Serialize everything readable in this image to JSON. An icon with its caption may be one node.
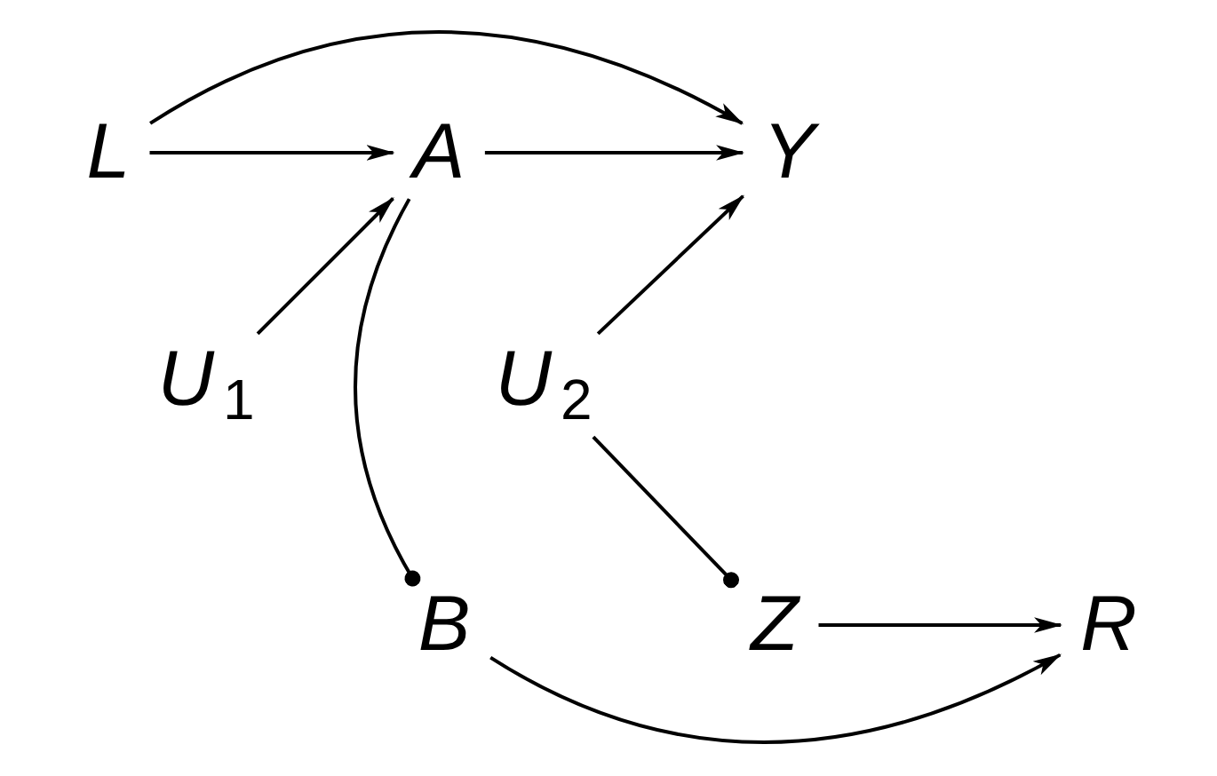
{
  "diagram": {
    "nodes": [
      {
        "text": [
          "L"
        ]
      },
      {
        "text": [
          "A"
        ]
      },
      {
        "text": [
          "Y"
        ]
      },
      {
        "text": [
          "U$_{1}$"
        ]
      },
      {
        "text": [
          "U$_{2}$"
        ]
      },
      {
        "text": [
          "B"
        ]
      },
      {
        "text": [
          "Z"
        ]
      },
      {
        "text": [
          "R"
        ]
      }
    ],
    "edges": [
      {
        "from": 0,
        "to": 2,
        "arrow": "to"
      },
      {
        "from": 0,
        "to": 1,
        "arrow": "to"
      },
      {
        "from": 1,
        "to": 2,
        "arrow": "to"
      },
      {
        "from": 3,
        "to": 1,
        "arrow": "to"
      },
      {
        "from": 4,
        "to": 2,
        "arrow": "to"
      },
      {
        "from": 1,
        "to": 5,
        "arrow": "other"
      },
      {
        "from": 4,
        "to": 6,
        "arrow": "other"
      },
      {
        "from": 6,
        "to": 7,
        "arrow": "to"
      },
      {
        "from": 5,
        "to": 7,
        "arrow": "to"
      }
    ]
  }
}
